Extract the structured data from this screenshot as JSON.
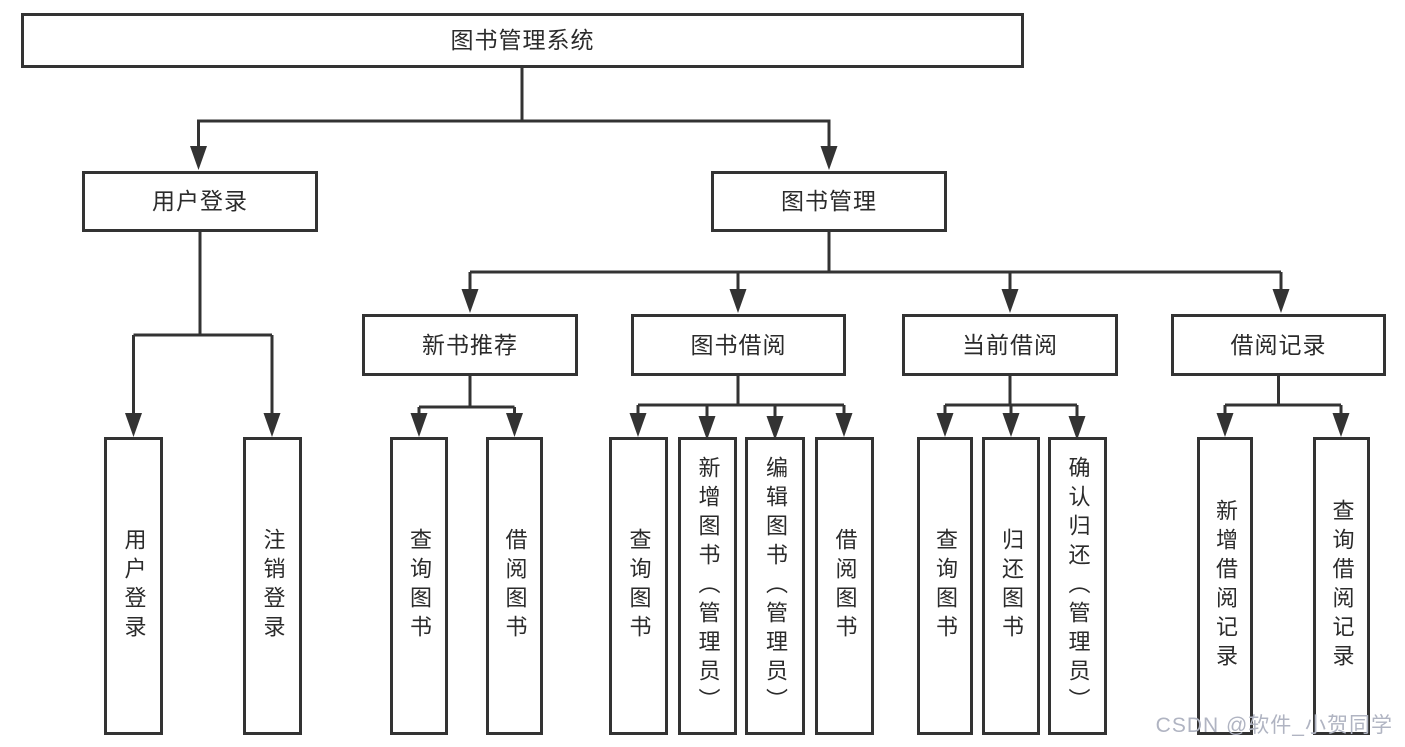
{
  "diagram": {
    "title": "图书管理系统",
    "type": "hierarchy-tree",
    "colors": {
      "line": "#333333",
      "node_border": "#333333",
      "text": "#2b2b2b",
      "background": "#ffffff",
      "watermark_text": "#b0b4c2"
    },
    "nodes": {
      "root": {
        "label": "图书管理系统",
        "level": 1
      },
      "user_login": {
        "label": "用户登录",
        "level": 2
      },
      "book_mgmt": {
        "label": "图书管理",
        "level": 2
      },
      "new_rec": {
        "label": "新书推荐",
        "level": 3
      },
      "book_borrow": {
        "label": "图书借阅",
        "level": 3
      },
      "current_borrow": {
        "label": "当前借阅",
        "level": 3
      },
      "borrow_records": {
        "label": "借阅记录",
        "level": 3
      },
      "leaf_user_login": {
        "label": "用户登录",
        "level": 4
      },
      "leaf_logout": {
        "label": "注销登录",
        "level": 4
      },
      "leaf_query_book_1": {
        "label": "查询图书",
        "level": 4
      },
      "leaf_borrow_book_1": {
        "label": "借阅图书",
        "level": 4
      },
      "leaf_query_book_2": {
        "label": "查询图书",
        "level": 4
      },
      "leaf_add_book": {
        "label": "新增图书（管理员）",
        "level": 4
      },
      "leaf_edit_book": {
        "label": "编辑图书（管理员）",
        "level": 4
      },
      "leaf_borrow_book_2": {
        "label": "借阅图书",
        "level": 4
      },
      "leaf_query_book_3": {
        "label": "查询图书",
        "level": 4
      },
      "leaf_return_book": {
        "label": "归还图书",
        "level": 4
      },
      "leaf_confirm_return": {
        "label": "确认归还（管理员）",
        "level": 4
      },
      "leaf_add_record": {
        "label": "新增借阅记录",
        "level": 4
      },
      "leaf_query_record": {
        "label": "查询借阅记录",
        "level": 4
      }
    },
    "hierarchy": {
      "图书管理系统": {
        "用户登录": [
          "用户登录",
          "注销登录"
        ],
        "图书管理": {
          "新书推荐": [
            "查询图书",
            "借阅图书"
          ],
          "图书借阅": [
            "查询图书",
            "新增图书（管理员）",
            "编辑图书（管理员）",
            "借阅图书"
          ],
          "当前借阅": [
            "查询图书",
            "归还图书",
            "确认归还（管理员）"
          ],
          "借阅记录": [
            "新增借阅记录",
            "查询借阅记录"
          ]
        }
      }
    }
  },
  "watermark": {
    "text": "CSDN @软件_小贺同学"
  }
}
